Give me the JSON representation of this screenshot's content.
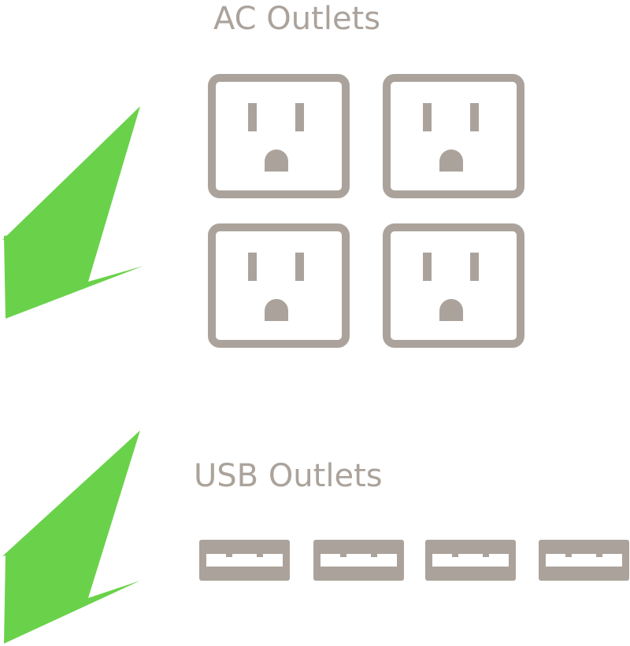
{
  "sections": {
    "ac": {
      "title": "AC Outlets",
      "outlet_count": 4
    },
    "usb": {
      "title": "USB Outlets",
      "port_count": 4
    }
  },
  "colors": {
    "outlet_gray": "#aba39b",
    "bolt_green": "#6ad24a"
  },
  "icons": {
    "bolt": "lightning-bolt-icon",
    "ac": "ac-outlet-icon",
    "usb": "usb-port-icon"
  }
}
